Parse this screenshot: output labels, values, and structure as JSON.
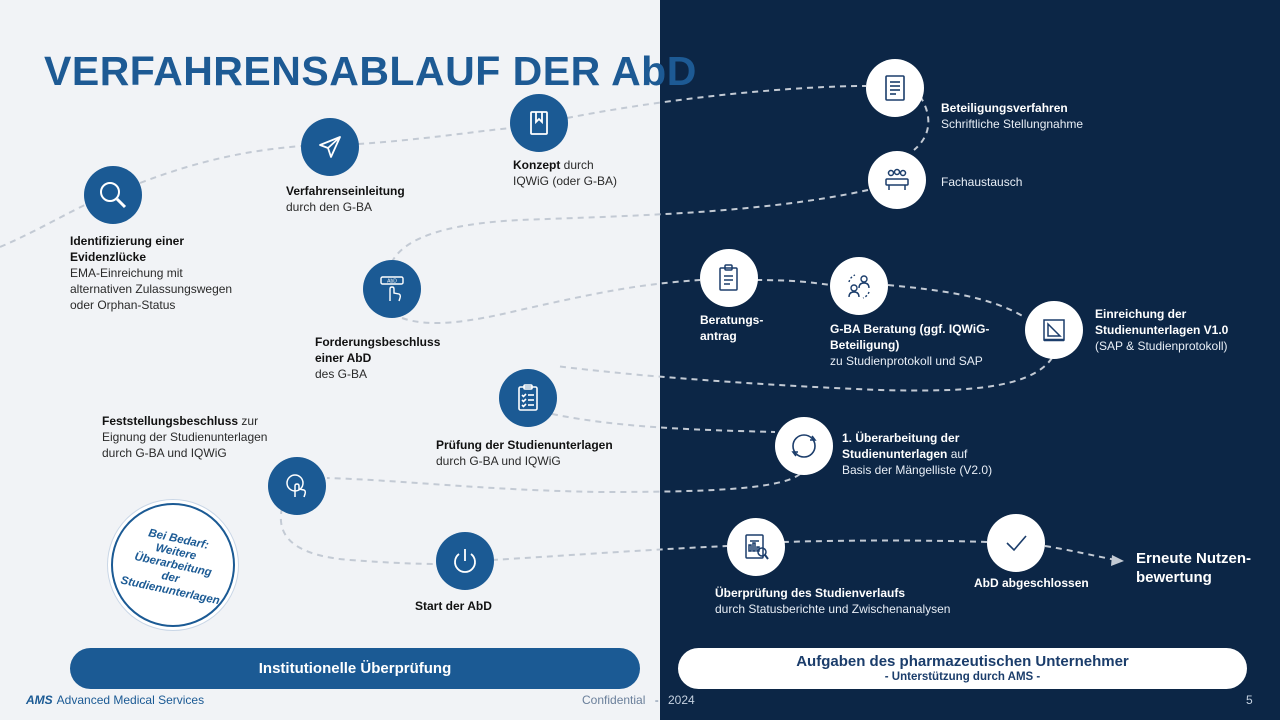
{
  "title": "VERFAHRENSABLAUF DER AbD",
  "steps": {
    "evidenz": {
      "bold": "Identifizierung einer Evidenzlücke",
      "text": "EMA-Einreichung mit alternativen Zulassungswegen oder Orphan-Status",
      "icon": "magnifier-icon"
    },
    "verfahren": {
      "bold": "Verfahrenseinleitung",
      "text": "durch den G-BA",
      "icon": "paper-plane-icon"
    },
    "konzept": {
      "bold": "Konzept",
      "text_inline": "durch",
      "text": "IQWiG (oder G-BA)",
      "icon": "book-icon"
    },
    "beteiligung": {
      "bold": "Beteiligungsverfahren",
      "text": "Schriftliche Stellungnahme",
      "icon": "document-icon"
    },
    "fachaustausch": {
      "text": "Fachaustausch",
      "icon": "meeting-icon"
    },
    "forderung": {
      "bold": "Forderungsbeschluss einer AbD",
      "text": "des G-BA",
      "icon": "abd-press-icon",
      "icon_text": "AbD"
    },
    "beratungsantrag": {
      "bold": "Beratungs-antrag",
      "icon": "application-icon"
    },
    "gba_beratung": {
      "bold": "G-BA Beratung (ggf. IQWiG-Beteiligung)",
      "text": "zu Studienprotokoll und SAP",
      "icon": "consultation-icon"
    },
    "einreichung": {
      "bold": "Einreichung der Studienunterlagen V1.0",
      "text": "(SAP & Studienprotokoll)",
      "icon": "submission-icon"
    },
    "pruefung": {
      "bold": "Prüfung der Studienunterlagen",
      "text": "durch G-BA und IQWiG",
      "icon": "clipboard-icon"
    },
    "ueberarbeitung": {
      "bold": "1. Überarbeitung der Studienunterlagen",
      "text_inline": "auf",
      "text": "Basis der Mängelliste (V2.0)",
      "icon": "cycle-icon"
    },
    "feststellung": {
      "bold": "Feststellungsbeschluss",
      "text_inline": "zur",
      "text": "Eignung der Studienunterlagen durch G-BA und IQWiG",
      "icon": "touch-icon"
    },
    "start": {
      "bold": "Start der AbD",
      "icon": "power-icon"
    },
    "verlauf": {
      "bold": "Überprüfung des Studienverlaufs",
      "text": "durch Statusberichte und Zwischenanalysen",
      "icon": "report-icon"
    },
    "abgeschlossen": {
      "bold": "AbD abgeschlossen",
      "icon": "checkmark-icon"
    }
  },
  "final_label": "Erneute Nutzen-bewertung",
  "badge": "Bei Bedarf: Weitere Überarbeitung der Studienunterlagen",
  "bars": {
    "left": "Institutionelle Überprüfung",
    "right_title": "Aufgaben des pharmazeutischen Unternehmer",
    "right_sub": "- Unterstützung durch AMS -"
  },
  "footer": {
    "logo": "AMS",
    "company": "Advanced Medical Services",
    "confidential": "Confidential",
    "separator": "-",
    "year": "2024",
    "page": "5"
  },
  "colors": {
    "left_bg": "#f1f3f6",
    "right_bg": "#0c2646",
    "accent": "#1b5a94",
    "path": "#bfc7d2"
  }
}
